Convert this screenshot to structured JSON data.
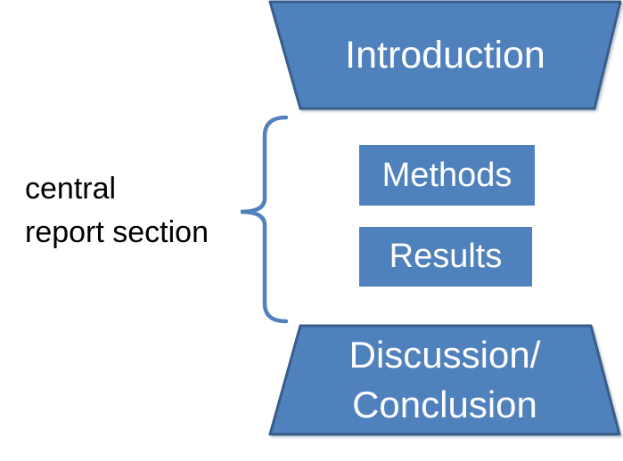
{
  "colors": {
    "background": "#ffffff",
    "shape_fill": "#4f81bd",
    "shape_border": "#385d8a",
    "brace": "#4f81bd",
    "shape_text": "#ffffff",
    "label_text": "#000000"
  },
  "nodes": {
    "introduction": {
      "label": "Introduction"
    },
    "methods": {
      "label": "Methods"
    },
    "results": {
      "label": "Results"
    },
    "discussion": {
      "label_line1": "Discussion/",
      "label_line2": "Conclusion"
    }
  },
  "annotation": {
    "label_line1": "central",
    "label_line2": "report section"
  }
}
